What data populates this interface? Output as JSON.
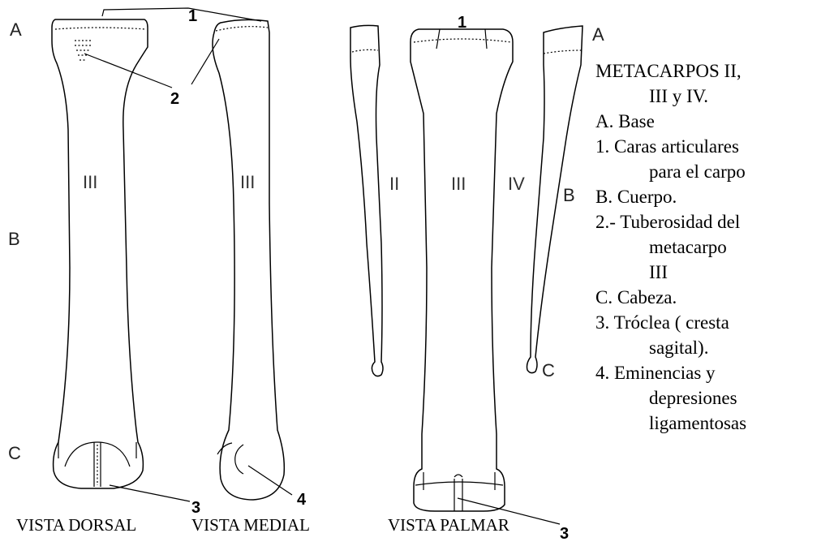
{
  "diagram": {
    "view_labels": {
      "dorsal": "VISTA DORSAL",
      "medial": "VISTA MEDIAL",
      "palmar": "VISTA PALMAR"
    },
    "region_letters": {
      "a": "A",
      "b": "B",
      "c": "C"
    },
    "numbers": {
      "n1": "1",
      "n2": "2",
      "n3": "3",
      "n4": "4"
    },
    "roman": {
      "ii": "II",
      "iii": "III",
      "iv": "IV"
    }
  },
  "legend": {
    "title_line1": "METACARPOS II,",
    "title_line2": "III  y IV.",
    "items": [
      {
        "text": "A. Base",
        "indent": false
      },
      {
        "text": "1. Caras articulares",
        "indent": false
      },
      {
        "text": "para el carpo",
        "indent": true
      },
      {
        "text": "B. Cuerpo.",
        "indent": false
      },
      {
        "text": "2.- Tuberosidad del",
        "indent": false
      },
      {
        "text": "metacarpo",
        "indent": true
      },
      {
        "text": "III",
        "indent": true
      },
      {
        "text": "C. Cabeza.",
        "indent": false
      },
      {
        "text": "3. Tróclea ( cresta",
        "indent": false
      },
      {
        "text": "sagital).",
        "indent": true
      },
      {
        "text": "4. Eminencias y",
        "indent": false
      },
      {
        "text": "depresiones",
        "indent": true
      },
      {
        "text": "ligamentosas",
        "indent": true
      }
    ]
  }
}
